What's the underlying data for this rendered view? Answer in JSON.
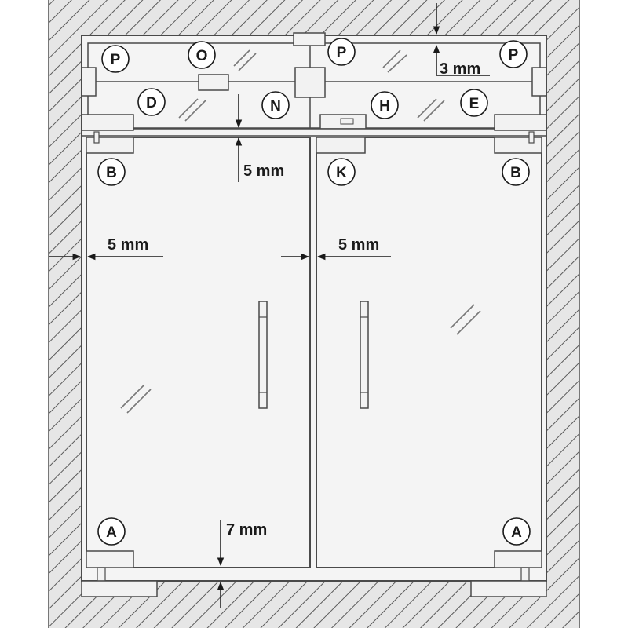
{
  "colors": {
    "wall_fill": "#e6e6e6",
    "hatch": "#5a5a5a",
    "glass": "#f4f4f4",
    "outline": "#4a4a4a",
    "fitting": "#f2f2f2",
    "text": "#1a1a1a"
  },
  "dimensions": {
    "top_gap": "3 mm",
    "top_rail_gap": "5 mm",
    "left_side_gap": "5 mm",
    "center_gap": "5 mm",
    "floor_gap": "7 mm"
  },
  "labels": {
    "p_left": "P",
    "o": "O",
    "p_center": "P",
    "p_right": "P",
    "d": "D",
    "n": "N",
    "h": "H",
    "e": "E",
    "b_left": "B",
    "k": "K",
    "b_right": "B",
    "a_left": "A",
    "a_right": "A"
  },
  "icons": {
    "glass_marks": "double-slash-icon",
    "handles": "door-handle-icon"
  }
}
